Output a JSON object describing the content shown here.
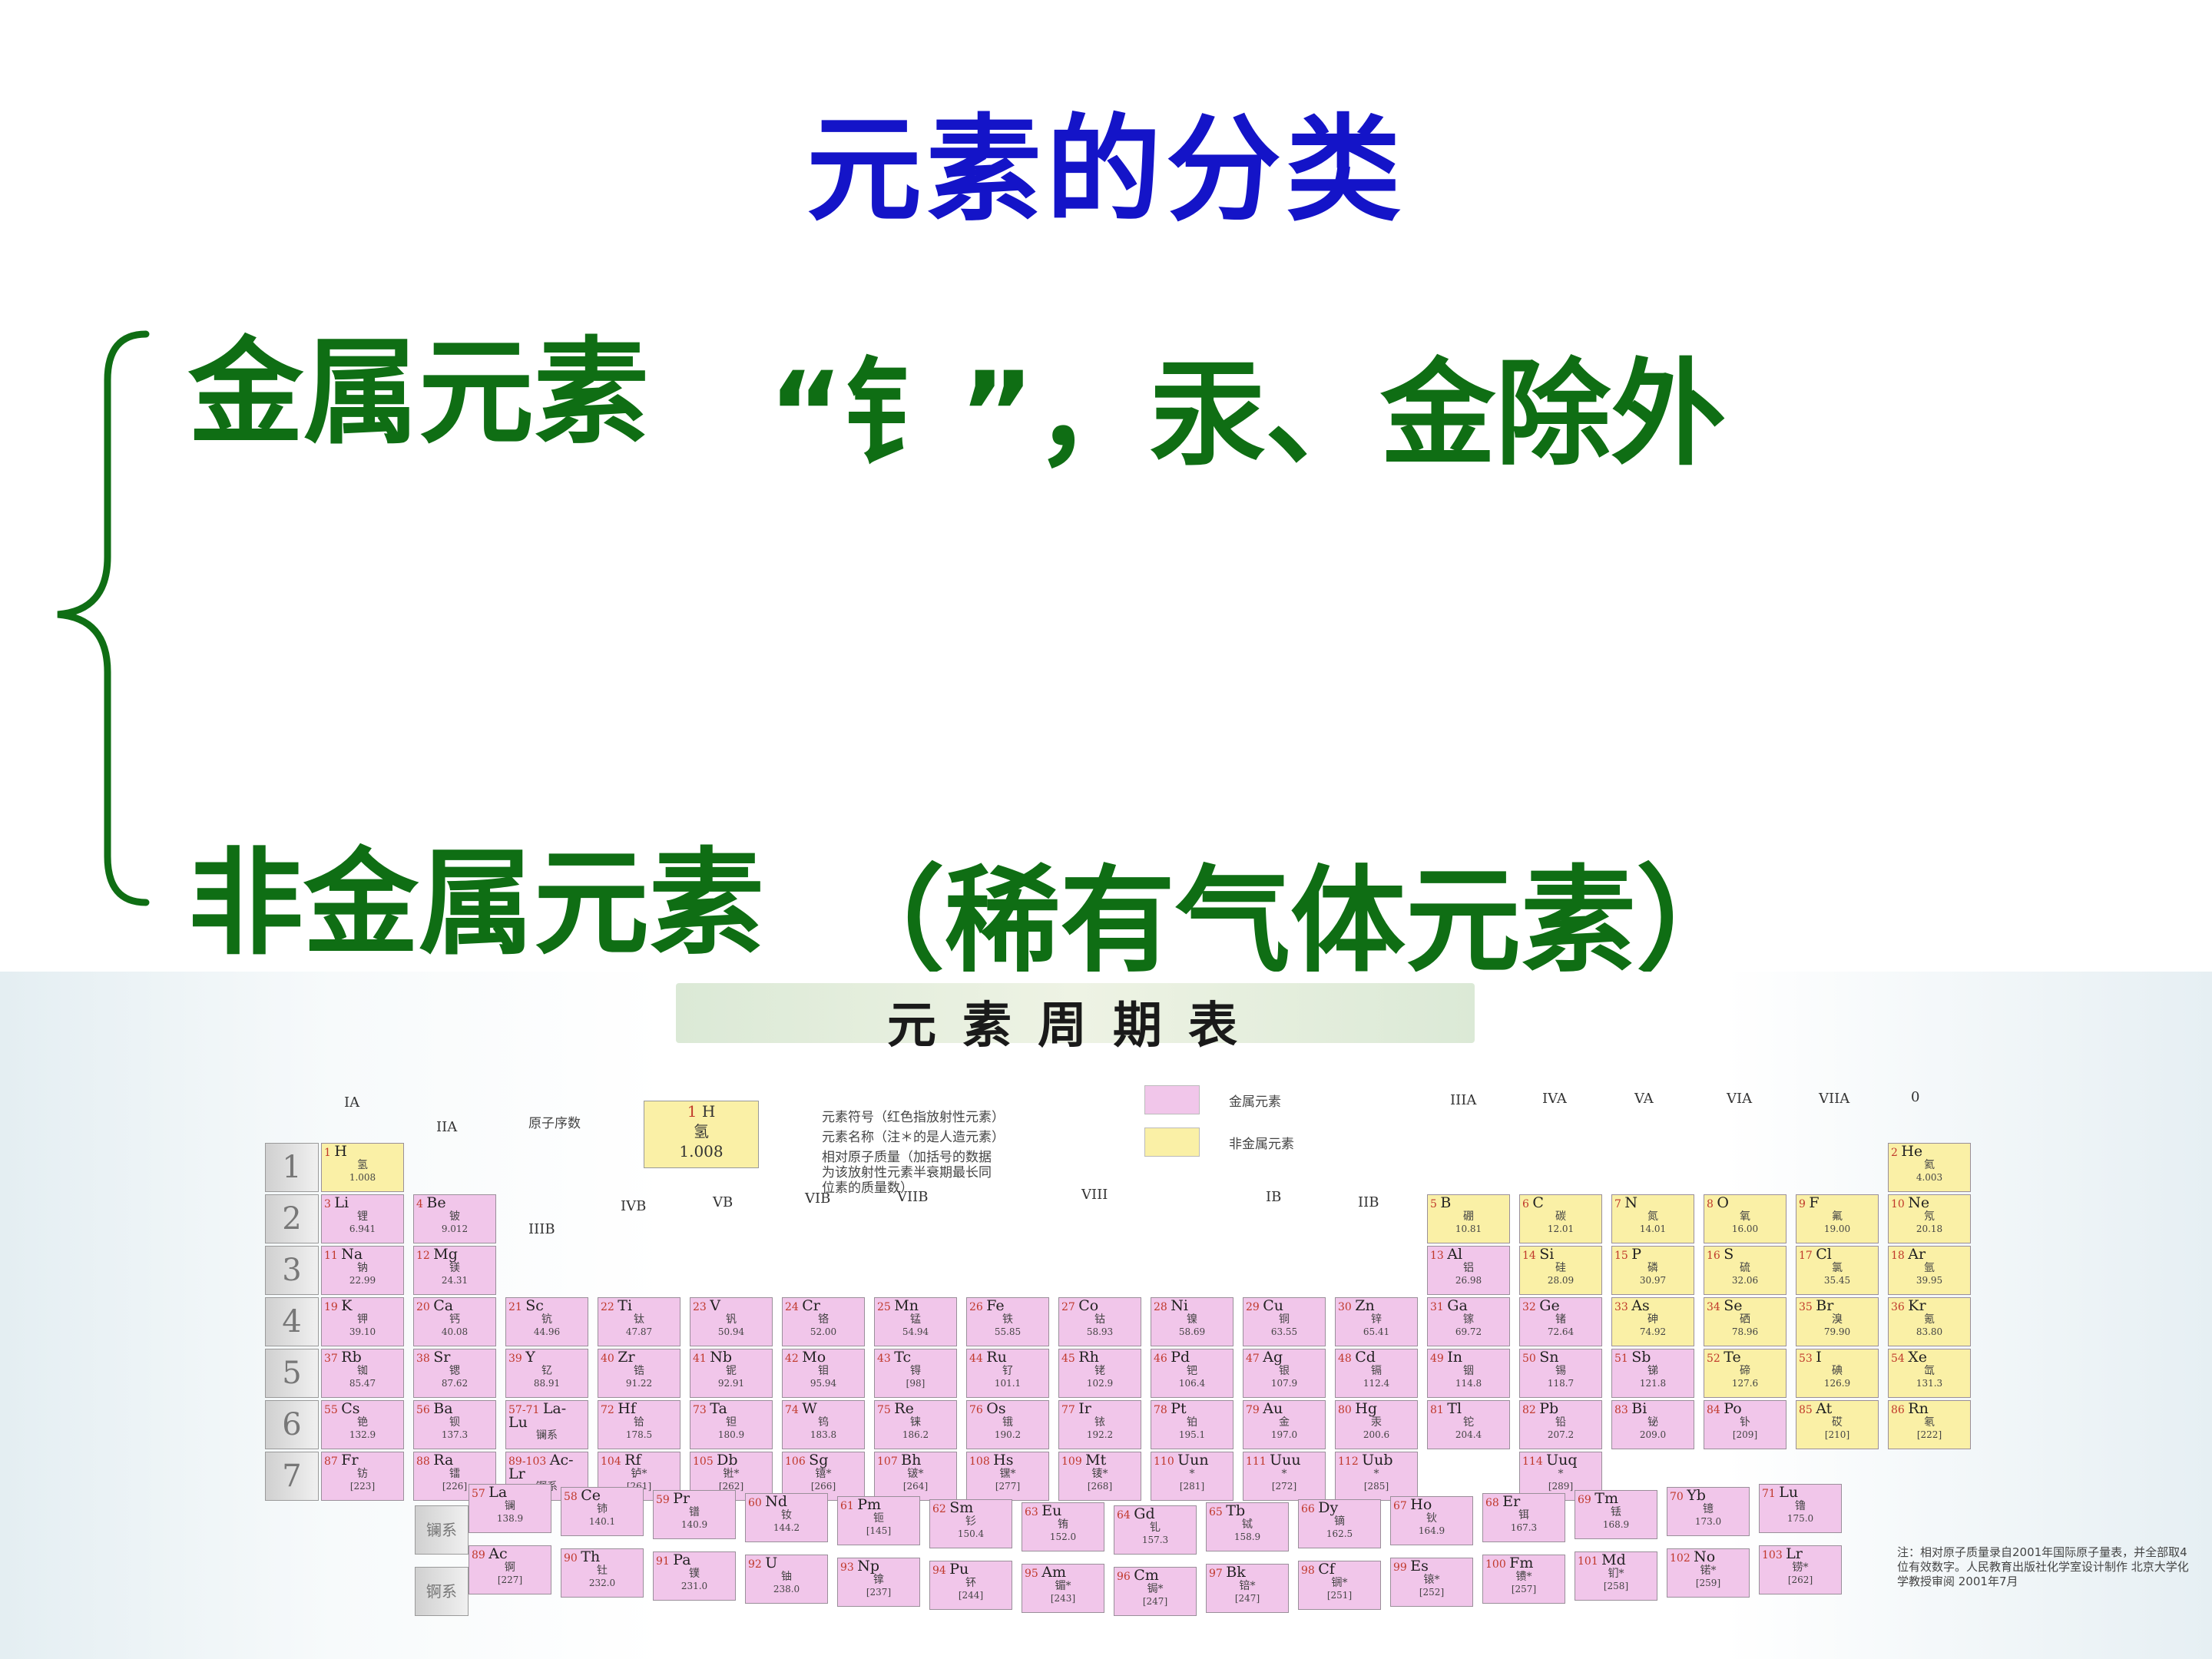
{
  "slide": {
    "title": "元素的分类",
    "metal_label": "金属元素",
    "metal_note": "“钅”，汞、金除外",
    "nonmetal_label": "非金属元素",
    "nonmetal_note": "（稀有气体元素）"
  },
  "periodic_table": {
    "title": "元素周期表",
    "legend": {
      "key_number": "1",
      "key_symbol": "H",
      "key_name": "氢",
      "key_mass": "1.008",
      "atomic_number_label": "原子序数",
      "symbol_label": "元素符号（红色指放射性元素）",
      "name_label": "元素名称（注＊的是人造元素）",
      "mass_label_1": "相对原子质量（加括号的数据",
      "mass_label_2": "为该放射性元素半衰期最长同",
      "mass_label_3": "位素的质量数）",
      "metal_label": "金属元素",
      "nonmetal_label": "非金属元素"
    },
    "periods": [
      "1",
      "2",
      "3",
      "4",
      "5",
      "6",
      "7"
    ],
    "groups": [
      "IA",
      "IIA",
      "IIIB",
      "IVB",
      "VB",
      "VIB",
      "VIIB",
      "VIII",
      "IB",
      "IIB",
      "IIIA",
      "IVA",
      "VA",
      "VIA",
      "VIIA",
      "0"
    ],
    "series": [
      "镧系",
      "锕系"
    ],
    "cells": [
      {
        "n": "1",
        "s": "H",
        "zh": "氢",
        "m": "1.008",
        "t": "nonmetal"
      },
      {
        "n": "3",
        "s": "Li",
        "zh": "锂",
        "m": "6.941",
        "t": "metal"
      },
      {
        "n": "4",
        "s": "Be",
        "zh": "铍",
        "m": "9.012",
        "t": "metal"
      },
      {
        "n": "11",
        "s": "Na",
        "zh": "钠",
        "m": "22.99",
        "t": "metal"
      },
      {
        "n": "12",
        "s": "Mg",
        "zh": "镁",
        "m": "24.31",
        "t": "metal"
      },
      {
        "n": "19",
        "s": "K",
        "zh": "钾",
        "m": "39.10",
        "t": "metal"
      },
      {
        "n": "20",
        "s": "Ca",
        "zh": "钙",
        "m": "40.08",
        "t": "metal"
      },
      {
        "n": "21",
        "s": "Sc",
        "zh": "钪",
        "m": "44.96",
        "t": "metal"
      },
      {
        "n": "22",
        "s": "Ti",
        "zh": "钛",
        "m": "47.87",
        "t": "metal"
      },
      {
        "n": "23",
        "s": "V",
        "zh": "钒",
        "m": "50.94",
        "t": "metal"
      },
      {
        "n": "24",
        "s": "Cr",
        "zh": "铬",
        "m": "52.00",
        "t": "metal"
      },
      {
        "n": "25",
        "s": "Mn",
        "zh": "锰",
        "m": "54.94",
        "t": "metal"
      },
      {
        "n": "26",
        "s": "Fe",
        "zh": "铁",
        "m": "55.85",
        "t": "metal"
      },
      {
        "n": "27",
        "s": "Co",
        "zh": "钴",
        "m": "58.93",
        "t": "metal"
      },
      {
        "n": "28",
        "s": "Ni",
        "zh": "镍",
        "m": "58.69",
        "t": "metal"
      },
      {
        "n": "29",
        "s": "Cu",
        "zh": "铜",
        "m": "63.55",
        "t": "metal"
      },
      {
        "n": "30",
        "s": "Zn",
        "zh": "锌",
        "m": "65.41",
        "t": "metal"
      },
      {
        "n": "37",
        "s": "Rb",
        "zh": "铷",
        "m": "85.47",
        "t": "metal"
      },
      {
        "n": "38",
        "s": "Sr",
        "zh": "锶",
        "m": "87.62",
        "t": "metal"
      },
      {
        "n": "39",
        "s": "Y",
        "zh": "钇",
        "m": "88.91",
        "t": "metal"
      },
      {
        "n": "40",
        "s": "Zr",
        "zh": "锆",
        "m": "91.22",
        "t": "metal"
      },
      {
        "n": "41",
        "s": "Nb",
        "zh": "铌",
        "m": "92.91",
        "t": "metal"
      },
      {
        "n": "42",
        "s": "Mo",
        "zh": "钼",
        "m": "95.94",
        "t": "metal"
      },
      {
        "n": "43",
        "s": "Tc",
        "zh": "锝",
        "m": "[98]",
        "t": "metal"
      },
      {
        "n": "44",
        "s": "Ru",
        "zh": "钌",
        "m": "101.1",
        "t": "metal"
      },
      {
        "n": "45",
        "s": "Rh",
        "zh": "铑",
        "m": "102.9",
        "t": "metal"
      },
      {
        "n": "46",
        "s": "Pd",
        "zh": "钯",
        "m": "106.4",
        "t": "metal"
      },
      {
        "n": "47",
        "s": "Ag",
        "zh": "银",
        "m": "107.9",
        "t": "metal"
      },
      {
        "n": "48",
        "s": "Cd",
        "zh": "镉",
        "m": "112.4",
        "t": "metal"
      },
      {
        "n": "55",
        "s": "Cs",
        "zh": "铯",
        "m": "132.9",
        "t": "metal"
      },
      {
        "n": "56",
        "s": "Ba",
        "zh": "钡",
        "m": "137.3",
        "t": "metal"
      },
      {
        "n": "57-71",
        "s": "La-Lu",
        "zh": "镧系",
        "m": "",
        "t": "metal"
      },
      {
        "n": "72",
        "s": "Hf",
        "zh": "铪",
        "m": "178.5",
        "t": "metal"
      },
      {
        "n": "73",
        "s": "Ta",
        "zh": "钽",
        "m": "180.9",
        "t": "metal"
      },
      {
        "n": "74",
        "s": "W",
        "zh": "钨",
        "m": "183.8",
        "t": "metal"
      },
      {
        "n": "75",
        "s": "Re",
        "zh": "铼",
        "m": "186.2",
        "t": "metal"
      },
      {
        "n": "76",
        "s": "Os",
        "zh": "锇",
        "m": "190.2",
        "t": "metal"
      },
      {
        "n": "77",
        "s": "Ir",
        "zh": "铱",
        "m": "192.2",
        "t": "metal"
      },
      {
        "n": "78",
        "s": "Pt",
        "zh": "铂",
        "m": "195.1",
        "t": "metal"
      },
      {
        "n": "79",
        "s": "Au",
        "zh": "金",
        "m": "197.0",
        "t": "metal"
      },
      {
        "n": "80",
        "s": "Hg",
        "zh": "汞",
        "m": "200.6",
        "t": "metal"
      },
      {
        "n": "87",
        "s": "Fr",
        "zh": "钫",
        "m": "[223]",
        "t": "metal"
      },
      {
        "n": "88",
        "s": "Ra",
        "zh": "镭",
        "m": "[226]",
        "t": "metal"
      },
      {
        "n": "89-103",
        "s": "Ac-Lr",
        "zh": "锕系",
        "m": "",
        "t": "metal"
      },
      {
        "n": "104",
        "s": "Rf",
        "zh": "𬬻*",
        "m": "[261]",
        "t": "metal"
      },
      {
        "n": "105",
        "s": "Db",
        "zh": "𬭊*",
        "m": "[262]",
        "t": "metal"
      },
      {
        "n": "106",
        "s": "Sg",
        "zh": "𬭳*",
        "m": "[266]",
        "t": "metal"
      },
      {
        "n": "107",
        "s": "Bh",
        "zh": "𬭛*",
        "m": "[264]",
        "t": "metal"
      },
      {
        "n": "108",
        "s": "Hs",
        "zh": "𬭶*",
        "m": "[277]",
        "t": "metal"
      },
      {
        "n": "109",
        "s": "Mt",
        "zh": "鿏*",
        "m": "[268]",
        "t": "metal"
      },
      {
        "n": "110",
        "s": "Uun",
        "zh": "*",
        "m": "[281]",
        "t": "metal"
      },
      {
        "n": "111",
        "s": "Uuu",
        "zh": "*",
        "m": "[272]",
        "t": "metal"
      },
      {
        "n": "112",
        "s": "Uub",
        "zh": "*",
        "m": "[285]",
        "t": "metal"
      },
      {
        "n": "114",
        "s": "Uuq",
        "zh": "*",
        "m": "[289]",
        "t": "metal"
      },
      {
        "n": "5",
        "s": "B",
        "zh": "硼",
        "m": "10.81",
        "t": "nonmetal"
      },
      {
        "n": "6",
        "s": "C",
        "zh": "碳",
        "m": "12.01",
        "t": "nonmetal"
      },
      {
        "n": "7",
        "s": "N",
        "zh": "氮",
        "m": "14.01",
        "t": "nonmetal"
      },
      {
        "n": "8",
        "s": "O",
        "zh": "氧",
        "m": "16.00",
        "t": "nonmetal"
      },
      {
        "n": "9",
        "s": "F",
        "zh": "氟",
        "m": "19.00",
        "t": "nonmetal"
      },
      {
        "n": "2",
        "s": "He",
        "zh": "氦",
        "m": "4.003",
        "t": "nonmetal"
      },
      {
        "n": "10",
        "s": "Ne",
        "zh": "氖",
        "m": "20.18",
        "t": "nonmetal"
      },
      {
        "n": "13",
        "s": "Al",
        "zh": "铝",
        "m": "26.98",
        "t": "metal"
      },
      {
        "n": "14",
        "s": "Si",
        "zh": "硅",
        "m": "28.09",
        "t": "nonmetal"
      },
      {
        "n": "15",
        "s": "P",
        "zh": "磷",
        "m": "30.97",
        "t": "nonmetal"
      },
      {
        "n": "16",
        "s": "S",
        "zh": "硫",
        "m": "32.06",
        "t": "nonmetal"
      },
      {
        "n": "17",
        "s": "Cl",
        "zh": "氯",
        "m": "35.45",
        "t": "nonmetal"
      },
      {
        "n": "18",
        "s": "Ar",
        "zh": "氩",
        "m": "39.95",
        "t": "nonmetal"
      },
      {
        "n": "31",
        "s": "Ga",
        "zh": "镓",
        "m": "69.72",
        "t": "metal"
      },
      {
        "n": "32",
        "s": "Ge",
        "zh": "锗",
        "m": "72.64",
        "t": "metal"
      },
      {
        "n": "33",
        "s": "As",
        "zh": "砷",
        "m": "74.92",
        "t": "nonmetal"
      },
      {
        "n": "34",
        "s": "Se",
        "zh": "硒",
        "m": "78.96",
        "t": "nonmetal"
      },
      {
        "n": "35",
        "s": "Br",
        "zh": "溴",
        "m": "79.90",
        "t": "nonmetal"
      },
      {
        "n": "36",
        "s": "Kr",
        "zh": "氪",
        "m": "83.80",
        "t": "nonmetal"
      },
      {
        "n": "49",
        "s": "In",
        "zh": "铟",
        "m": "114.8",
        "t": "metal"
      },
      {
        "n": "50",
        "s": "Sn",
        "zh": "锡",
        "m": "118.7",
        "t": "metal"
      },
      {
        "n": "51",
        "s": "Sb",
        "zh": "锑",
        "m": "121.8",
        "t": "metal"
      },
      {
        "n": "52",
        "s": "Te",
        "zh": "碲",
        "m": "127.6",
        "t": "nonmetal"
      },
      {
        "n": "53",
        "s": "I",
        "zh": "碘",
        "m": "126.9",
        "t": "nonmetal"
      },
      {
        "n": "54",
        "s": "Xe",
        "zh": "氙",
        "m": "131.3",
        "t": "nonmetal"
      },
      {
        "n": "81",
        "s": "Tl",
        "zh": "铊",
        "m": "204.4",
        "t": "metal"
      },
      {
        "n": "82",
        "s": "Pb",
        "zh": "铅",
        "m": "207.2",
        "t": "metal"
      },
      {
        "n": "83",
        "s": "Bi",
        "zh": "铋",
        "m": "209.0",
        "t": "metal"
      },
      {
        "n": "84",
        "s": "Po",
        "zh": "钋",
        "m": "[209]",
        "t": "metal"
      },
      {
        "n": "85",
        "s": "At",
        "zh": "砹",
        "m": "[210]",
        "t": "nonmetal"
      },
      {
        "n": "86",
        "s": "Rn",
        "zh": "氡",
        "m": "[222]",
        "t": "nonmetal"
      },
      {
        "n": "57",
        "s": "La",
        "zh": "镧",
        "m": "138.9",
        "t": "metal"
      },
      {
        "n": "58",
        "s": "Ce",
        "zh": "铈",
        "m": "140.1",
        "t": "metal"
      },
      {
        "n": "59",
        "s": "Pr",
        "zh": "镨",
        "m": "140.9",
        "t": "metal"
      },
      {
        "n": "60",
        "s": "Nd",
        "zh": "钕",
        "m": "144.2",
        "t": "metal"
      },
      {
        "n": "61",
        "s": "Pm",
        "zh": "钷",
        "m": "[145]",
        "t": "metal"
      },
      {
        "n": "62",
        "s": "Sm",
        "zh": "钐",
        "m": "150.4",
        "t": "metal"
      },
      {
        "n": "63",
        "s": "Eu",
        "zh": "铕",
        "m": "152.0",
        "t": "metal"
      },
      {
        "n": "64",
        "s": "Gd",
        "zh": "钆",
        "m": "157.3",
        "t": "metal"
      },
      {
        "n": "65",
        "s": "Tb",
        "zh": "铽",
        "m": "158.9",
        "t": "metal"
      },
      {
        "n": "66",
        "s": "Dy",
        "zh": "镝",
        "m": "162.5",
        "t": "metal"
      },
      {
        "n": "67",
        "s": "Ho",
        "zh": "钬",
        "m": "164.9",
        "t": "metal"
      },
      {
        "n": "68",
        "s": "Er",
        "zh": "铒",
        "m": "167.3",
        "t": "metal"
      },
      {
        "n": "69",
        "s": "Tm",
        "zh": "铥",
        "m": "168.9",
        "t": "metal"
      },
      {
        "n": "70",
        "s": "Yb",
        "zh": "镱",
        "m": "173.0",
        "t": "metal"
      },
      {
        "n": "71",
        "s": "Lu",
        "zh": "镥",
        "m": "175.0",
        "t": "metal"
      },
      {
        "n": "89",
        "s": "Ac",
        "zh": "锕",
        "m": "[227]",
        "t": "metal"
      },
      {
        "n": "90",
        "s": "Th",
        "zh": "钍",
        "m": "232.0",
        "t": "metal"
      },
      {
        "n": "91",
        "s": "Pa",
        "zh": "镤",
        "m": "231.0",
        "t": "metal"
      },
      {
        "n": "92",
        "s": "U",
        "zh": "铀",
        "m": "238.0",
        "t": "metal"
      },
      {
        "n": "93",
        "s": "Np",
        "zh": "镎",
        "m": "[237]",
        "t": "metal"
      },
      {
        "n": "94",
        "s": "Pu",
        "zh": "钚",
        "m": "[244]",
        "t": "metal"
      },
      {
        "n": "95",
        "s": "Am",
        "zh": "镅*",
        "m": "[243]",
        "t": "metal"
      },
      {
        "n": "96",
        "s": "Cm",
        "zh": "锔*",
        "m": "[247]",
        "t": "metal"
      },
      {
        "n": "97",
        "s": "Bk",
        "zh": "锫*",
        "m": "[247]",
        "t": "metal"
      },
      {
        "n": "98",
        "s": "Cf",
        "zh": "锎*",
        "m": "[251]",
        "t": "metal"
      },
      {
        "n": "99",
        "s": "Es",
        "zh": "锿*",
        "m": "[252]",
        "t": "metal"
      },
      {
        "n": "100",
        "s": "Fm",
        "zh": "镄*",
        "m": "[257]",
        "t": "metal"
      },
      {
        "n": "101",
        "s": "Md",
        "zh": "钔*",
        "m": "[258]",
        "t": "metal"
      },
      {
        "n": "102",
        "s": "No",
        "zh": "锘*",
        "m": "[259]",
        "t": "metal"
      },
      {
        "n": "103",
        "s": "Lr",
        "zh": "铹*",
        "m": "[262]",
        "t": "metal"
      }
    ],
    "note": "注：相对原子质量录自2001年国际原子量表，并全部取4位有效数字。人民教育出版社化学室设计制作 北京大学化学教授审阅 2001年7月"
  },
  "colors": {
    "title": "#1414c8",
    "text": "#0f6e14",
    "metal": "#f1c6ea",
    "nonmetal": "#faf0a6"
  }
}
